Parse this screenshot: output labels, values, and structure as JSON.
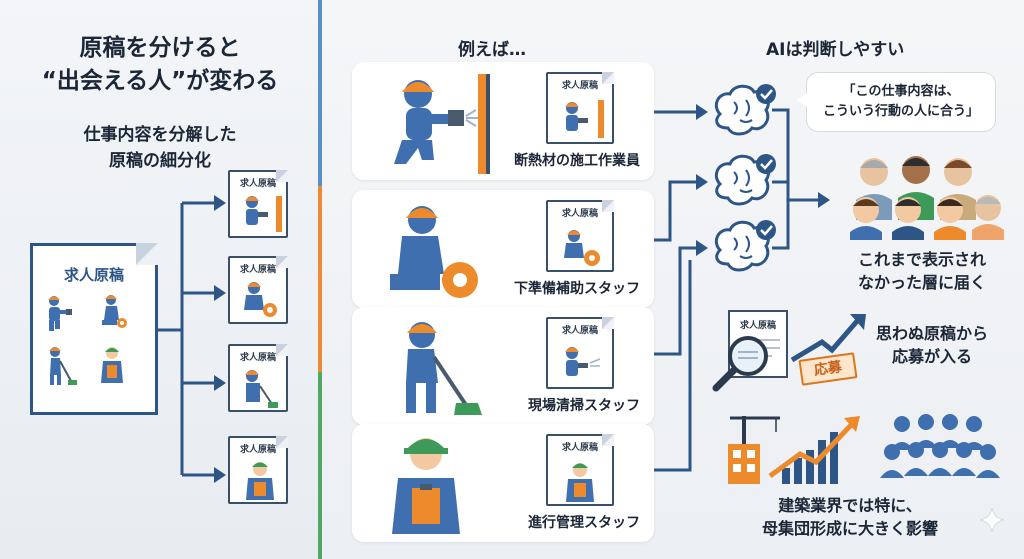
{
  "left": {
    "title_line1": "原稿を分けると",
    "title_line2": "“出会える人”が変わる",
    "subtitle_line1": "仕事内容を分解した",
    "subtitle_line2": "原稿の細分化",
    "big_doc_label": "求人原稿",
    "mini_doc_label": "求人原稿"
  },
  "middle": {
    "heading": "例えば…",
    "cards": [
      {
        "doc_label": "求人原稿",
        "caption": "断熱材の施工作業員"
      },
      {
        "doc_label": "求人原稿",
        "caption": "下準備補助スタッフ"
      },
      {
        "doc_label": "求人原稿",
        "caption": "現場清掃スタッフ"
      },
      {
        "doc_label": "求人原稿",
        "caption": "進行管理スタッフ"
      }
    ]
  },
  "right": {
    "heading": "AIは判断しやすい",
    "speech_line1": "「この仕事内容は、",
    "speech_line2": "こういう行動の人に合う」",
    "reach_line1": "これまで表示され",
    "reach_line2": "なかった層に届く",
    "search_doc_label": "求人原稿",
    "stamp_label": "応募",
    "apply_line1": "思わぬ原稿から",
    "apply_line2": "応募が入る",
    "impact_line1": "建築業界では特に、",
    "impact_line2": "母集団形成に大きく影響"
  },
  "colors": {
    "navy": "#2d5686",
    "worker_blue": "#3f6fae",
    "hardhat_orange": "#ec8a2c",
    "hardhat_green": "#3e9a58",
    "divider_blue": "#5b8fc7",
    "divider_orange": "#ee8a35",
    "divider_green": "#4fa864"
  }
}
